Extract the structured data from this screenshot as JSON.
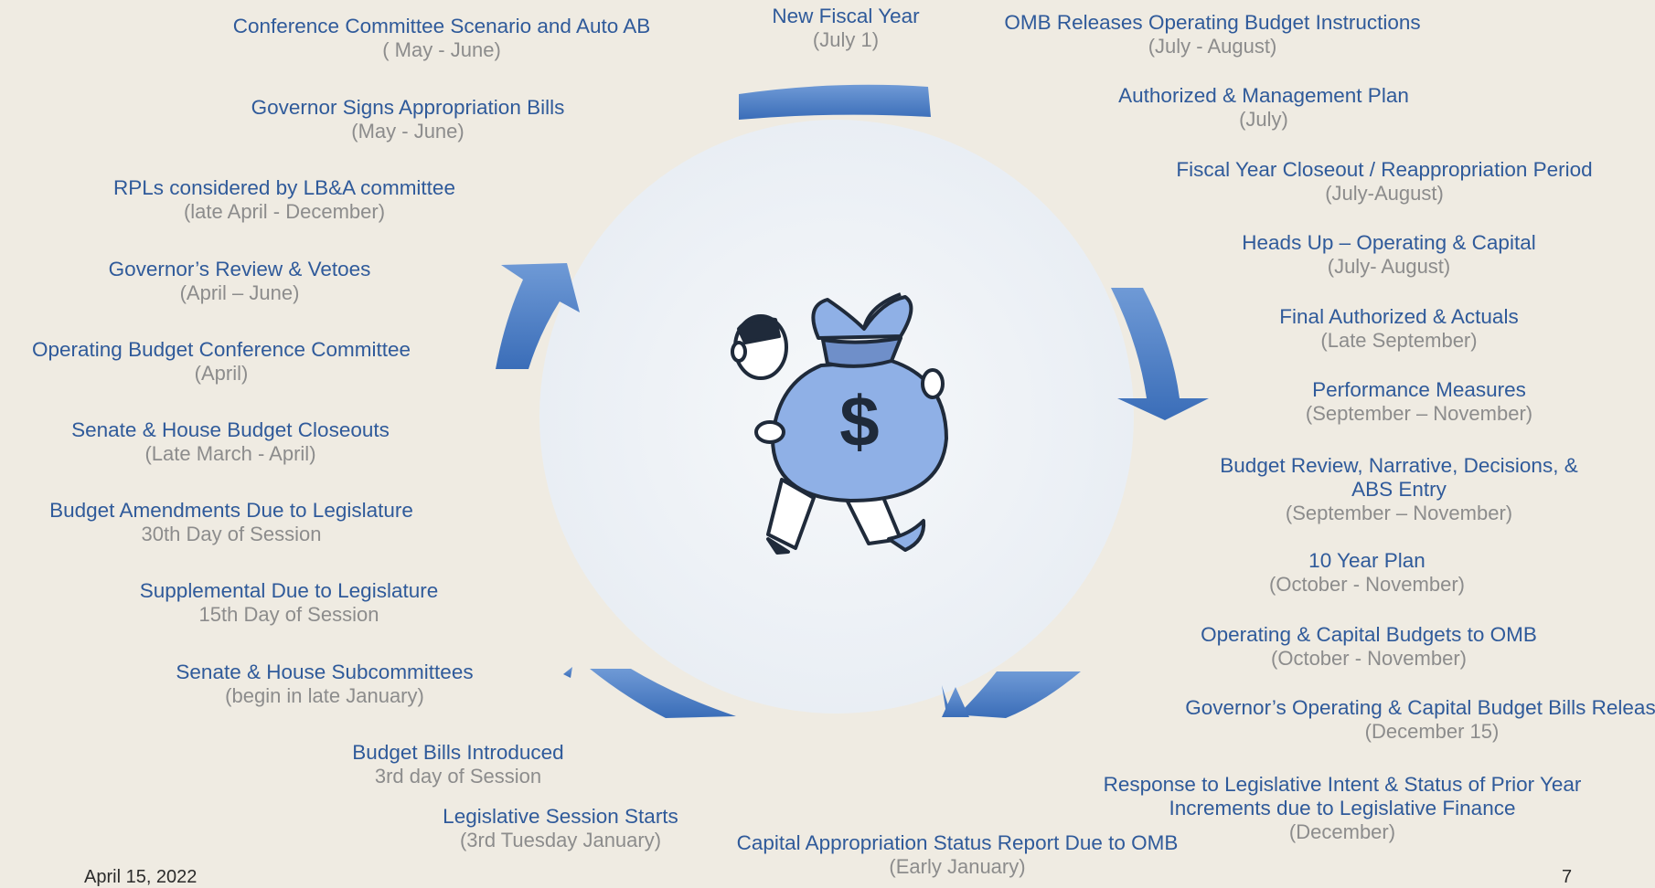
{
  "colors": {
    "background": "#efebe2",
    "title_text": "#2f5a9a",
    "subtitle_text": "#8c8c8c",
    "arrow": "#4a7cc3",
    "circle": "#f1f4f7",
    "bag": "#8fb0e6"
  },
  "center_image": "money-bag-man-icon",
  "items": [
    {
      "title": "Conference Committee Scenario and Auto AB",
      "sub": "( May - June)"
    },
    {
      "title": "Governor Signs Appropriation Bills",
      "sub": "(May - June)"
    },
    {
      "title": "RPLs considered by LB&A committee",
      "sub": "(late April - December)"
    },
    {
      "title": "Governor’s Review & Vetoes",
      "sub": "(April – June)"
    },
    {
      "title": "Operating Budget Conference Committee",
      "sub": "(April)"
    },
    {
      "title": "Senate & House Budget Closeouts",
      "sub": "(Late March - April)"
    },
    {
      "title": "Budget Amendments Due to Legislature",
      "sub": "30th Day of Session"
    },
    {
      "title": "Supplemental Due to Legislature",
      "sub": "15th Day of Session"
    },
    {
      "title": "Senate & House Subcommittees",
      "sub": "(begin in late January)"
    },
    {
      "title": "Budget Bills Introduced",
      "sub": "3rd day of Session"
    },
    {
      "title": "Legislative Session Starts",
      "sub": "(3rd Tuesday January)"
    },
    {
      "title": "New Fiscal Year",
      "sub": "(July 1)"
    },
    {
      "title": "OMB Releases Operating Budget Instructions",
      "sub": "(July - August)"
    },
    {
      "title": "Authorized & Management Plan",
      "sub": "(July)"
    },
    {
      "title": "Fiscal Year Closeout / Reappropriation Period",
      "sub": "(July-August)"
    },
    {
      "title": "Heads Up – Operating & Capital",
      "sub": "(July- August)"
    },
    {
      "title": "Final Authorized & Actuals",
      "sub": "(Late September)"
    },
    {
      "title": "Performance Measures",
      "sub": "(September – November)"
    },
    {
      "title": "Budget Review, Narrative, Decisions, &",
      "title2": "ABS Entry",
      "sub": "(September – November)"
    },
    {
      "title": "10 Year Plan",
      "sub": "(October - November)"
    },
    {
      "title": "Operating & Capital Budgets to OMB",
      "sub": "(October - November)"
    },
    {
      "title": "Governor’s Operating & Capital Budget Bills Released",
      "sub": "(December 15)"
    },
    {
      "title": "Response to Legislative Intent & Status of Prior Year",
      "title2": "Increments due to Legislative Finance",
      "sub": "(December)"
    },
    {
      "title": "Capital Appropriation Status Report Due to OMB",
      "sub": "(Early January)"
    }
  ],
  "footer": {
    "date": "April 15, 2022",
    "page": "7"
  }
}
